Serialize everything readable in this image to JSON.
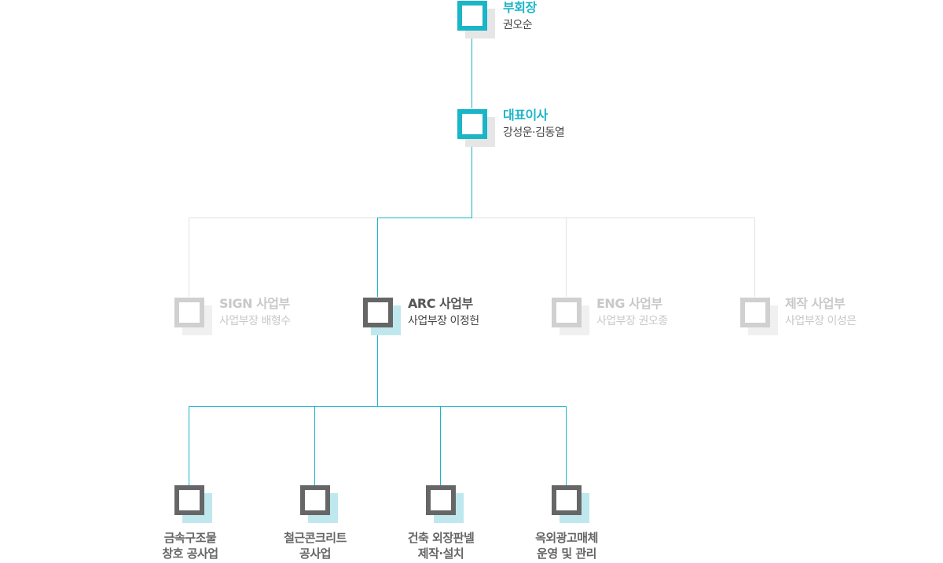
{
  "org": {
    "vice_chairman": {
      "title": "부회장",
      "name": "권오순"
    },
    "ceo": {
      "title": "대표이사",
      "name": "강성운·김동열"
    },
    "divisions": [
      {
        "title": "SIGN 사업부",
        "head": "사업부장 배형수",
        "state": "inactive"
      },
      {
        "title": "ARC 사업부",
        "head": "사업부장 이정헌",
        "state": "active"
      },
      {
        "title": "ENG 사업부",
        "head": "사업부장 권오종",
        "state": "inactive"
      },
      {
        "title": "제작 사업부",
        "head": "사업부장 이성은",
        "state": "inactive"
      }
    ],
    "teams": [
      {
        "line1": "금속구조물",
        "line2": "창호 공사업"
      },
      {
        "line1": "철근콘크리트",
        "line2": "공사업"
      },
      {
        "line1": "건축 외장판넬",
        "line2": "제작·설치"
      },
      {
        "line1": "옥외광고매체",
        "line2": "운영 및 관리"
      }
    ]
  },
  "colors": {
    "accent": "#1bb5c8",
    "dark": "#666666",
    "inactive": "#d0d0d0",
    "connector_inactive": "#e2e2e2"
  }
}
